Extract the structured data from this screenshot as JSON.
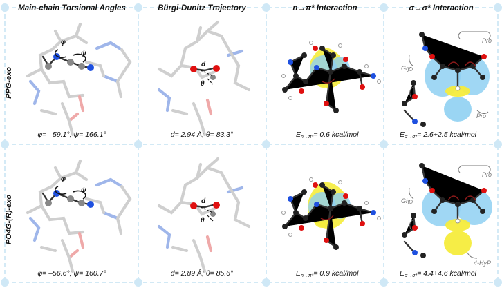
{
  "headers": {
    "col1": "Main-chain Torsional Angles",
    "col2": "Bürgi-Dunitz Trajectory",
    "col3": "n→π* Interaction",
    "col4": "σ→σ* Interaction"
  },
  "rows": [
    {
      "label": "PPG-exo",
      "torsion": "φ= –59.1°; ψ= 166.1°",
      "burgi": "d= 2.94 Å; θ= 83.3°",
      "n_pi_E": "E",
      "n_pi_sub": "n→π*",
      "n_pi_val": "= 0.6 kcal/mol",
      "s_s_E": "E",
      "s_s_sub": "σ→σ*",
      "s_s_val": "= 2.6+2.5 kcal/mol"
    },
    {
      "label": "PO4G-(R)-exo",
      "torsion": "φ= –56.6°; ψ= 160.7°",
      "burgi": "d= 2.89 Å; θ= 85.6°",
      "n_pi_E": "E",
      "n_pi_sub": "n→π*",
      "n_pi_val": "= 0.9 kcal/mol",
      "s_s_E": "E",
      "s_s_sub": "σ→σ*",
      "s_s_val": "= 4.4+4.6 kcal/mol"
    }
  ],
  "annotations": {
    "phi": "φ",
    "psi": "ψ",
    "d": "d",
    "theta": "θ",
    "gly": "Gly",
    "pro": "Pro",
    "hyp": "4-HyP"
  },
  "colors": {
    "grid": "#b8dcef",
    "node": "#cfe8f6",
    "oxygen": "#e01010",
    "nitrogen": "#1e50e0",
    "carbon": "#222222",
    "orbital_yellow": "#f5ec3c",
    "orbital_blue": "#8fd0f2"
  }
}
